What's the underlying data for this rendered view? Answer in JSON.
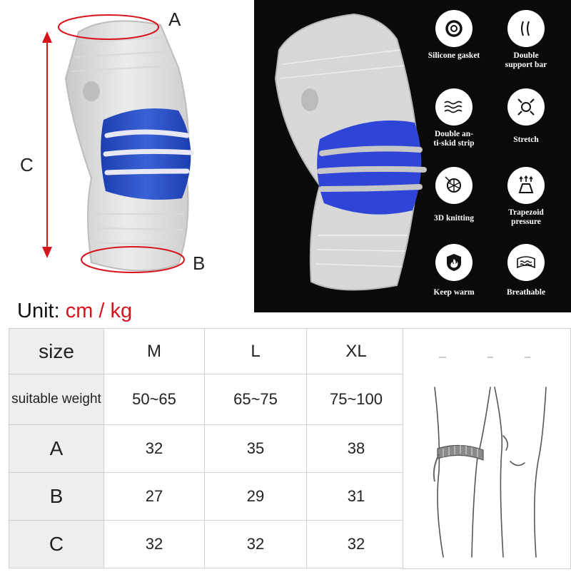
{
  "measure_labels": {
    "a": "A",
    "b": "B",
    "c": "C"
  },
  "features": [
    {
      "icon": "silicone-gasket-icon",
      "label": "Silicone gasket"
    },
    {
      "icon": "double-support-bar-icon",
      "label": "Double\nsupport bar"
    },
    {
      "icon": "anti-skid-strip-icon",
      "label": "Double an-\nti-skid strip"
    },
    {
      "icon": "stretch-icon",
      "label": "Stretch"
    },
    {
      "icon": "knitting-icon",
      "label": "3D knitting"
    },
    {
      "icon": "trapezoid-pressure-icon",
      "label": "Trapezoid\npressure"
    },
    {
      "icon": "keep-warm-icon",
      "label": "Keep warm"
    },
    {
      "icon": "breathable-icon",
      "label": "Breathable"
    }
  ],
  "unit": {
    "label": "Unit:",
    "value": "cm / kg"
  },
  "size_table": {
    "header": {
      "label": "size",
      "columns": [
        "M",
        "L",
        "XL"
      ]
    },
    "rows": [
      {
        "label": "suitable weight",
        "values": [
          "50~65",
          "65~75",
          "75~100"
        ]
      },
      {
        "label": "A",
        "values": [
          "32",
          "35",
          "38"
        ]
      },
      {
        "label": "B",
        "values": [
          "27",
          "29",
          "31"
        ]
      },
      {
        "label": "C",
        "values": [
          "32",
          "32",
          "32"
        ]
      }
    ]
  },
  "colors": {
    "accent_red": "#d7141b",
    "brace_blue": "#2f55c9",
    "panel_dark": "#0a0a0a"
  }
}
